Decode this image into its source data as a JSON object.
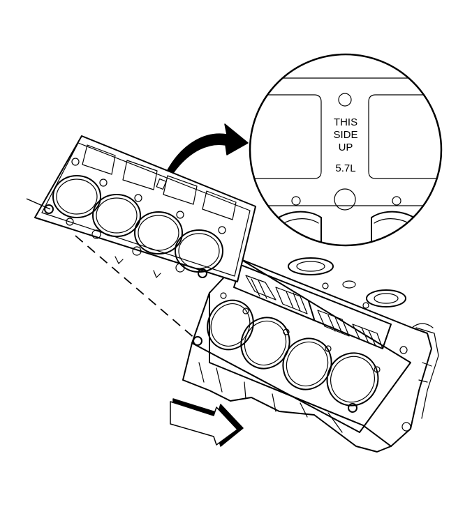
{
  "callout": {
    "line1": "THIS",
    "line2": "SIDE",
    "line3": "UP",
    "line4": "5.7L"
  },
  "colors": {
    "ink": "#000000",
    "background": "#ffffff"
  }
}
